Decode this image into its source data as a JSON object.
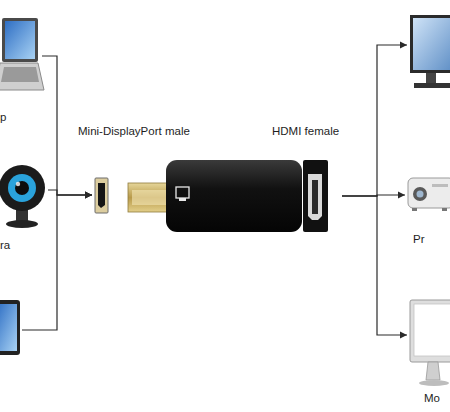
{
  "diagram": {
    "nodes": [
      {
        "text": [
          "p"
        ]
      },
      {
        "text": [
          "ra"
        ]
      },
      {
        "text": []
      },
      {
        "text": [
          "Mini-DisplayPort male"
        ]
      },
      {
        "text": [
          "HDMI female"
        ]
      },
      {
        "text": []
      },
      {
        "text": [
          "Pr"
        ]
      },
      {
        "text": [
          "Mo"
        ]
      }
    ],
    "edges": [
      {
        "from": 0,
        "to": 3,
        "arrow": "to"
      },
      {
        "from": 1,
        "to": 3,
        "arrow": "to"
      },
      {
        "from": 2,
        "to": 3,
        "arrow": "to"
      },
      {
        "from": 4,
        "to": 5,
        "arrow": "to"
      },
      {
        "from": 4,
        "to": 6,
        "arrow": "to"
      },
      {
        "from": 4,
        "to": 7,
        "arrow": "to"
      }
    ]
  }
}
